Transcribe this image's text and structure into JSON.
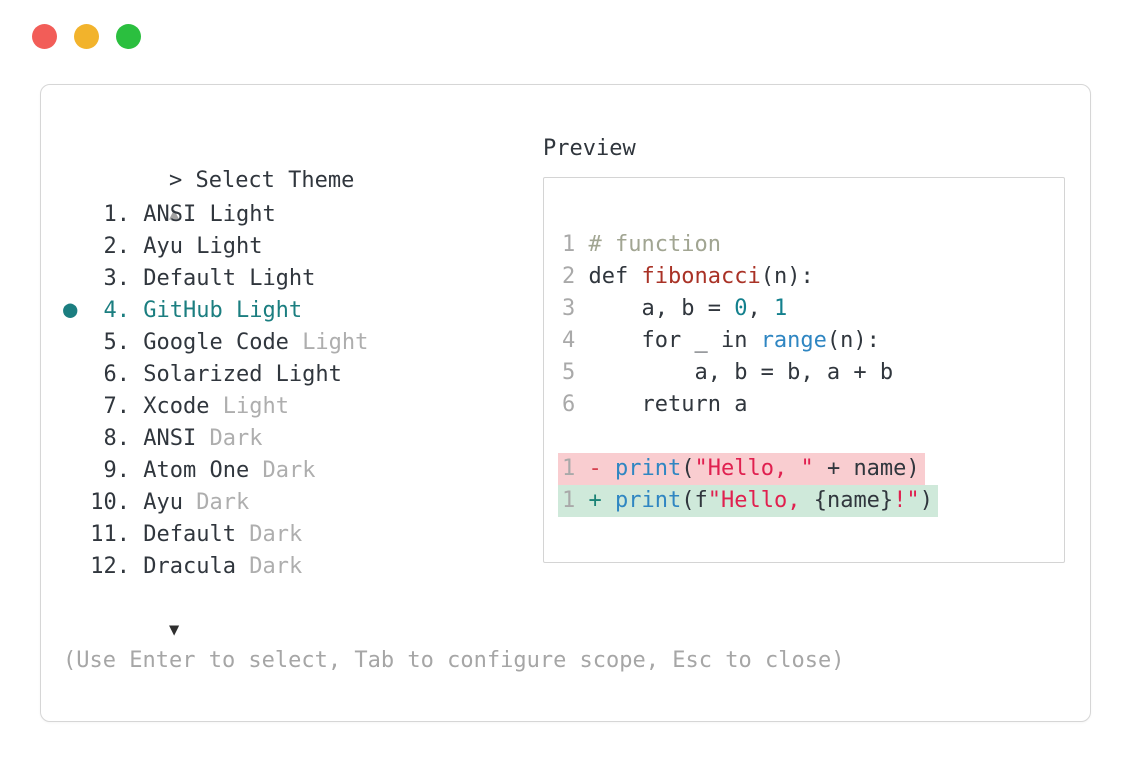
{
  "colors": {
    "text": "#30363d",
    "muted": "#aeaeae",
    "hint": "#a6a6a6",
    "accent": "#1b7e80",
    "comment": "#a1a592",
    "func": "#a93226",
    "builtin": "#2f86c2",
    "number": "#13808d",
    "string": "#e0204f",
    "minus": "#d6404f",
    "plus": "#1b8376",
    "removed_bg": "#f9cdd0",
    "added_bg": "#cfe9da",
    "traffic_red": "#f25d58",
    "traffic_yellow": "#f2b32c",
    "traffic_green": "#2bbf3f"
  },
  "icons": {
    "selected_bullet": "●",
    "scroll_up": "▲",
    "scroll_down": "▼"
  },
  "prompt": {
    "symbol": ">",
    "title": "Select Theme"
  },
  "themes": [
    {
      "number": "1",
      "name": "ANSI Light",
      "suffix": "",
      "selected": false
    },
    {
      "number": "2",
      "name": "Ayu Light",
      "suffix": "",
      "selected": false
    },
    {
      "number": "3",
      "name": "Default Light",
      "suffix": "",
      "selected": false
    },
    {
      "number": "4",
      "name": "GitHub Light",
      "suffix": "",
      "selected": true
    },
    {
      "number": "5",
      "name": "Google Code",
      "suffix": "Light",
      "selected": false
    },
    {
      "number": "6",
      "name": "Solarized Light",
      "suffix": "",
      "selected": false
    },
    {
      "number": "7",
      "name": "Xcode",
      "suffix": "Light",
      "selected": false
    },
    {
      "number": "8",
      "name": "ANSI",
      "suffix": "Dark",
      "selected": false
    },
    {
      "number": "9",
      "name": "Atom One",
      "suffix": "Dark",
      "selected": false
    },
    {
      "number": "10",
      "name": "Ayu",
      "suffix": "Dark",
      "selected": false
    },
    {
      "number": "11",
      "name": "Default",
      "suffix": "Dark",
      "selected": false
    },
    {
      "number": "12",
      "name": "Dracula",
      "suffix": "Dark",
      "selected": false
    }
  ],
  "hint": "(Use Enter to select, Tab to configure scope, Esc to close)",
  "preview": {
    "label": "Preview",
    "code_lines": [
      {
        "num": "1",
        "segments": [
          [
            "# function",
            "comment"
          ]
        ]
      },
      {
        "num": "2",
        "segments": [
          [
            "def ",
            "plain"
          ],
          [
            "fibonacci",
            "func"
          ],
          [
            "(n):",
            "plain"
          ]
        ]
      },
      {
        "num": "3",
        "segments": [
          [
            "    a, b = ",
            "plain"
          ],
          [
            "0",
            "number"
          ],
          [
            ", ",
            "plain"
          ],
          [
            "1",
            "number"
          ]
        ]
      },
      {
        "num": "4",
        "segments": [
          [
            "    for _ in ",
            "plain"
          ],
          [
            "range",
            "builtin"
          ],
          [
            "(n):",
            "plain"
          ]
        ]
      },
      {
        "num": "5",
        "segments": [
          [
            "        a, b = b, a + b",
            "plain"
          ]
        ]
      },
      {
        "num": "6",
        "segments": [
          [
            "    return a",
            "plain"
          ]
        ]
      }
    ],
    "diff_lines": [
      {
        "num": "1",
        "sign": "-",
        "kind": "removed",
        "segments": [
          [
            "print",
            "builtin"
          ],
          [
            "(",
            "plain"
          ],
          [
            "\"Hello, \"",
            "string"
          ],
          [
            " + name)",
            "plain"
          ]
        ]
      },
      {
        "num": "1",
        "sign": "+",
        "kind": "added",
        "segments": [
          [
            "print",
            "builtin"
          ],
          [
            "(f",
            "plain"
          ],
          [
            "\"Hello, ",
            "string"
          ],
          [
            "{name}",
            "plain"
          ],
          [
            "!\"",
            "string"
          ],
          [
            ")",
            "plain"
          ]
        ]
      }
    ]
  }
}
